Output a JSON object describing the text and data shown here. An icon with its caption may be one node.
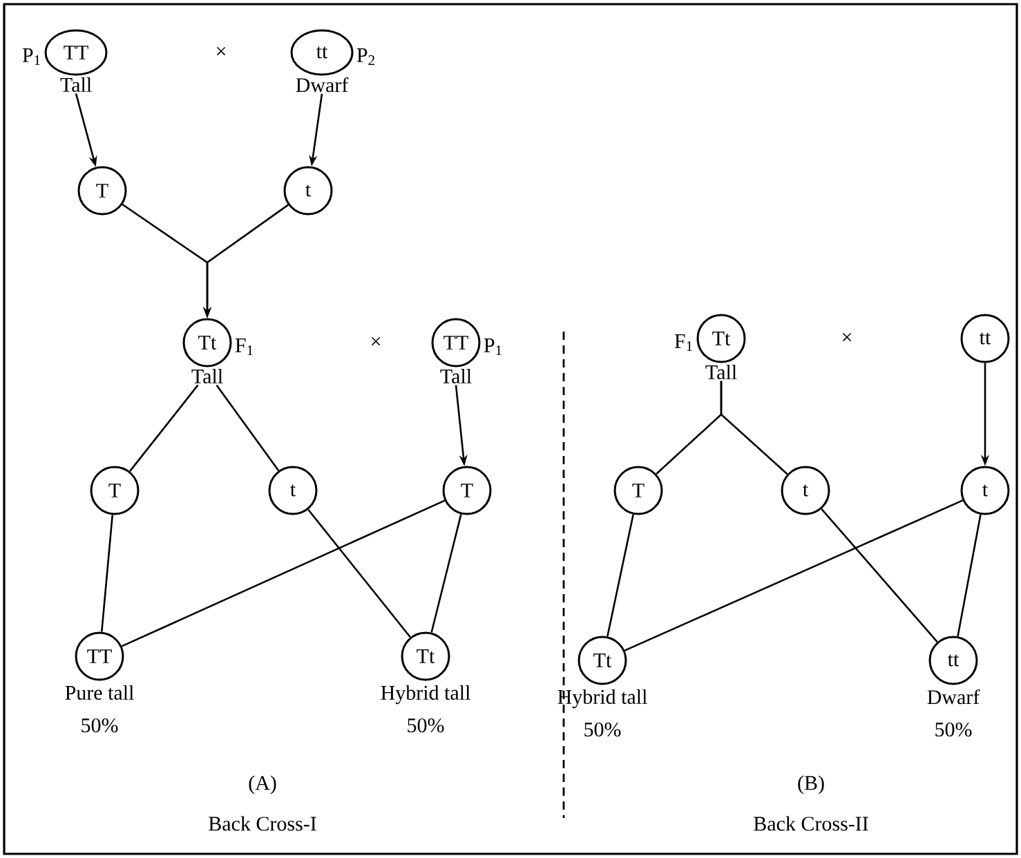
{
  "diagram": {
    "nodes": [
      {
        "text": [
          "TT"
        ],
        "beside": [
          "P$_{1}$",
          "Tall"
        ]
      },
      {
        "text": [
          "tt"
        ],
        "beside": [
          "P$_{2}$",
          "Dwarf"
        ]
      },
      {
        "text": [
          "T"
        ]
      },
      {
        "text": [
          "t"
        ]
      },
      {
        "text": [
          "Tt"
        ],
        "beside": [
          "F$_{1}$",
          "Tall"
        ]
      },
      {
        "text": [
          "TT"
        ],
        "beside": [
          "P$_{1}$",
          "Tall"
        ]
      },
      {
        "text": [
          "T"
        ]
      },
      {
        "text": [
          "t"
        ]
      },
      {
        "text": [
          "T"
        ]
      },
      {
        "text": [
          "TT"
        ],
        "beside": [
          "Pure tall",
          "50%"
        ]
      },
      {
        "text": [
          "Tt"
        ],
        "beside": [
          "Hybrid tall",
          "50%"
        ]
      },
      {
        "text": [
          "Tt"
        ],
        "beside": [
          "F$_{1}$",
          "Tall"
        ]
      },
      {
        "text": [
          "tt"
        ]
      },
      {
        "text": [
          "T"
        ]
      },
      {
        "text": [
          "t"
        ]
      },
      {
        "text": [
          "t"
        ]
      },
      {
        "text": [
          "Tt"
        ],
        "beside": [
          "Hybrid tall",
          "50%"
        ]
      },
      {
        "text": [
          "tt"
        ],
        "beside": [
          "Dwarf",
          "50%"
        ]
      }
    ],
    "edges": [
      {
        "from": 0,
        "to": 2,
        "arrow": "to"
      },
      {
        "from": 1,
        "to": 3,
        "arrow": "to"
      },
      {
        "from": 2,
        "to": 4,
        "arrow": "to"
      },
      {
        "from": 3,
        "to": 4,
        "arrow": "to"
      },
      {
        "from": 4,
        "to": 6,
        "arrow": "none"
      },
      {
        "from": 4,
        "to": 7,
        "arrow": "none"
      },
      {
        "from": 5,
        "to": 8,
        "arrow": "to"
      },
      {
        "from": 6,
        "to": 9,
        "arrow": "none"
      },
      {
        "from": 8,
        "to": 9,
        "arrow": "none"
      },
      {
        "from": 7,
        "to": 10,
        "arrow": "none"
      },
      {
        "from": 8,
        "to": 10,
        "arrow": "none"
      },
      {
        "from": 11,
        "to": 13,
        "arrow": "none"
      },
      {
        "from": 11,
        "to": 14,
        "arrow": "none"
      },
      {
        "from": 12,
        "to": 15,
        "arrow": "to"
      },
      {
        "from": 13,
        "to": 16,
        "arrow": "none"
      },
      {
        "from": 15,
        "to": 16,
        "arrow": "none"
      },
      {
        "from": 14,
        "to": 17,
        "arrow": "none"
      },
      {
        "from": 15,
        "to": 17,
        "arrow": "none"
      }
    ],
    "labels": [
      "×",
      "×",
      "×",
      "(A)",
      "Back Cross-I",
      "(B)",
      "Back Cross-II"
    ]
  }
}
